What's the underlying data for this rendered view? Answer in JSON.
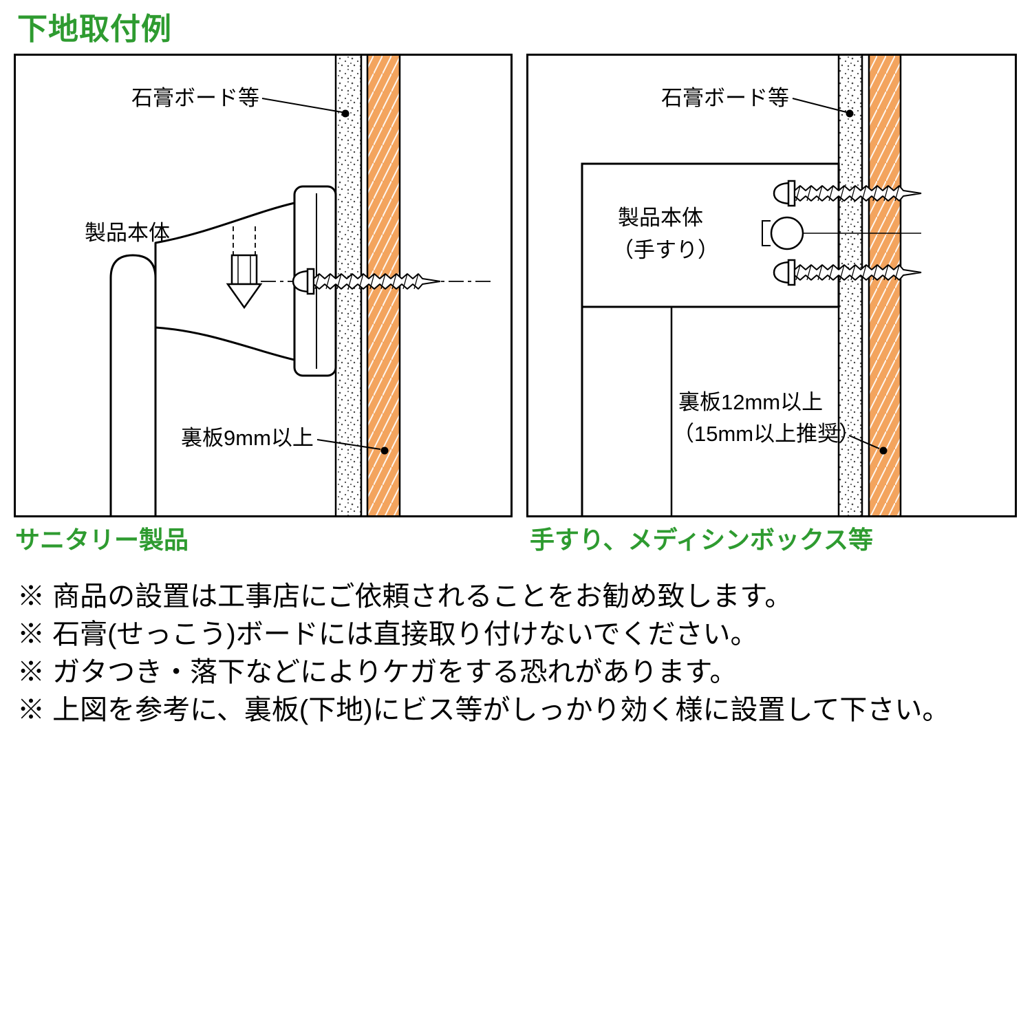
{
  "page_title": "下地取付例",
  "colors": {
    "heading_green": "#2e9b30",
    "backboard_orange": "#f3a45e",
    "line_black": "#000000"
  },
  "left_diagram": {
    "caption": "サニタリー製品",
    "labels": {
      "gypsum_board": "石膏ボード等",
      "product_body": "製品本体",
      "back_board": "裏板9mm以上"
    }
  },
  "right_diagram": {
    "caption": "手すり、メディシンボックス等",
    "labels": {
      "gypsum_board": "石膏ボード等",
      "product_body_line1": "製品本体",
      "product_body_line2": "（手すり）",
      "back_board_line1": "裏板12mm以上",
      "back_board_line2": "（15mm以上推奨）"
    }
  },
  "notes": [
    "※ 商品の設置は工事店にご依頼されることをお勧め致します。",
    "※ 石膏(せっこう)ボードには直接取り付けないでください。",
    "※ ガタつき・落下などによりケガをする恐れがあります。",
    "※ 上図を参考に、裏板(下地)にビス等がしっかり効く様に設置して下さい。"
  ]
}
